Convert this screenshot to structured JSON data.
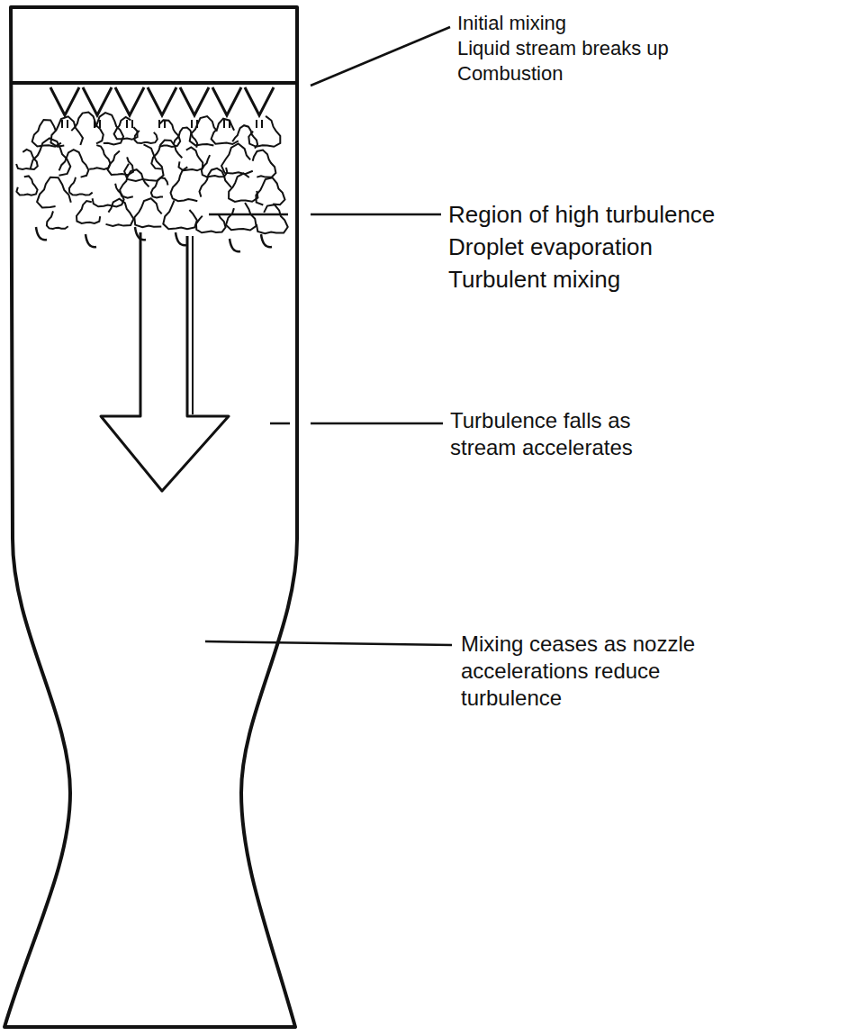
{
  "diagram": {
    "labels": [
      "Initial mixing",
      "Liquid stream breaks up",
      "Combustion",
      "Region of high turbulence",
      "Droplet evaporation",
      "Turbulent mixing",
      "Turbulence falls as stream accelerates",
      "Mixing ceases as nozzle accelerations reduce turbulence"
    ]
  }
}
